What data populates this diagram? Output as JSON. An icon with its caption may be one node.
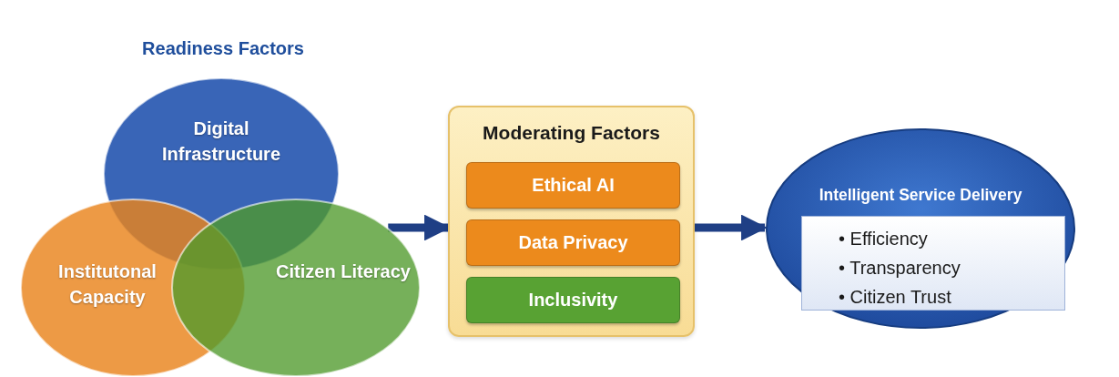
{
  "diagram": {
    "title": "Readiness Factors",
    "nodes": [
      {
        "text": [
          "Digital Infrastructure"
        ]
      },
      {
        "text": [
          "Institutonal Capacity"
        ]
      },
      {
        "text": [
          "Citizen Literacy"
        ]
      },
      {
        "text": [
          "Moderating Factors"
        ]
      },
      {
        "text": [
          "Ethical AI"
        ],
        "in": 3
      },
      {
        "text": [
          "Data Privacy"
        ],
        "in": 3
      },
      {
        "text": [
          "Inclusivity"
        ],
        "in": 3
      },
      {
        "text": [
          "Intelligent Service Delivery"
        ]
      },
      {
        "text": [
          "• Efficiency",
          "• Transparency",
          "• Citizen Trust"
        ],
        "in": 7
      }
    ],
    "edges": [
      {
        "from": 2,
        "to": 3,
        "arrow": "to"
      },
      {
        "from": 3,
        "to": 7,
        "arrow": "to"
      }
    ]
  }
}
